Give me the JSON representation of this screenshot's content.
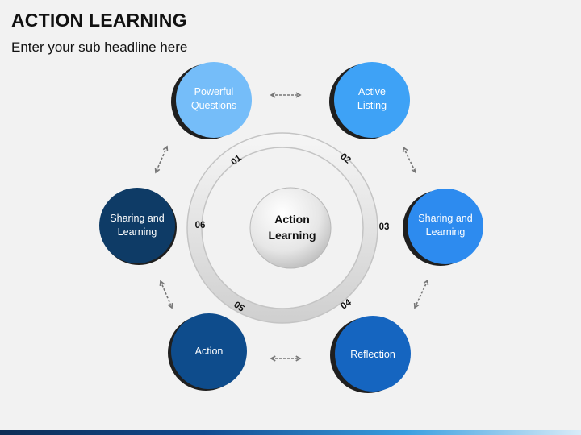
{
  "header": {
    "title": "ACTION LEARNING",
    "subtitle": "Enter your sub headline here"
  },
  "diagram": {
    "center_line1": "Action",
    "center_line2": "Learning",
    "nodes": [
      {
        "step": "01",
        "line1": "Powerful",
        "line2": "Questions",
        "color": "#75bdf9",
        "text_color": "#ffffff"
      },
      {
        "step": "02",
        "line1": "Active",
        "line2": "Listing",
        "color": "#3ea2f6",
        "text_color": "#ffffff"
      },
      {
        "step": "03",
        "line1": "Sharing and",
        "line2": "Learning",
        "color": "#2d8bef",
        "text_color": "#ffffff"
      },
      {
        "step": "04",
        "line1": "Reflection",
        "line2": "",
        "color": "#1565c0",
        "text_color": "#ffffff"
      },
      {
        "step": "05",
        "line1": "Action",
        "line2": "",
        "color": "#0e4c8c",
        "text_color": "#ffffff"
      },
      {
        "step": "06",
        "line1": "Sharing and",
        "line2": "Learning",
        "color": "#0e3b66",
        "text_color": "#ffffff"
      }
    ],
    "arrow_color": "#777777",
    "ring_color": "#dcdcdc"
  }
}
